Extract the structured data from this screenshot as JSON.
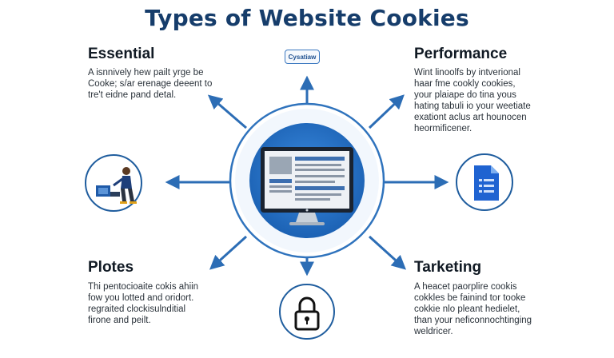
{
  "title": "Types of Website Cookies",
  "sections": {
    "essential": {
      "heading": "Essential",
      "text": "A isnnively hew pailt yrge be\nCooke; s/ar erenage deeent to\ntre't eidne pand detal."
    },
    "performance": {
      "heading": "Performance",
      "text": "Wint linoolfs by intverional\nhaar fme cookly cookies,\nyour plaiape do tina yous\nhating tabuli io your weetiate\nexationt aclus art hounocen\nheormificener."
    },
    "plotes": {
      "heading": "Plotes",
      "text": "Thi pentocioaite cokis ahiin\nfow you lotted and oridort.\nregraited clockisulnditial\nfirone and peilt."
    },
    "tarketing": {
      "heading": "Tarketing",
      "text": "A heacet paorplire cookis\ncokkles be fainind tor tooke\ncokkie nlo pleant hedielet,\nthan your neficonnochtinging\nweldricer."
    }
  },
  "top_tag": "Cysatiaw",
  "icons": {
    "center": "computer-monitor-icon",
    "left": "person-at-computer-icon",
    "right": "document-icon",
    "bottom": "padlock-icon",
    "top": "label-tag-icon"
  },
  "colors": {
    "title": "#163d6b",
    "accent": "#1e6fc1",
    "ring": "#2f73bd",
    "arrow": "#2c6db5"
  }
}
